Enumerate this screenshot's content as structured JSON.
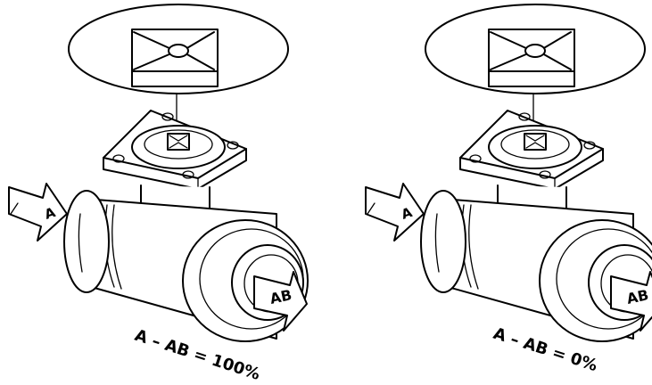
{
  "diagram": {
    "left_valve": {
      "inlet_label": "A",
      "outlet_label": "AB",
      "caption": "A – AB = 100%"
    },
    "right_valve": {
      "inlet_label": "A",
      "outlet_label": "AB",
      "caption": "A – AB = 0%"
    }
  }
}
